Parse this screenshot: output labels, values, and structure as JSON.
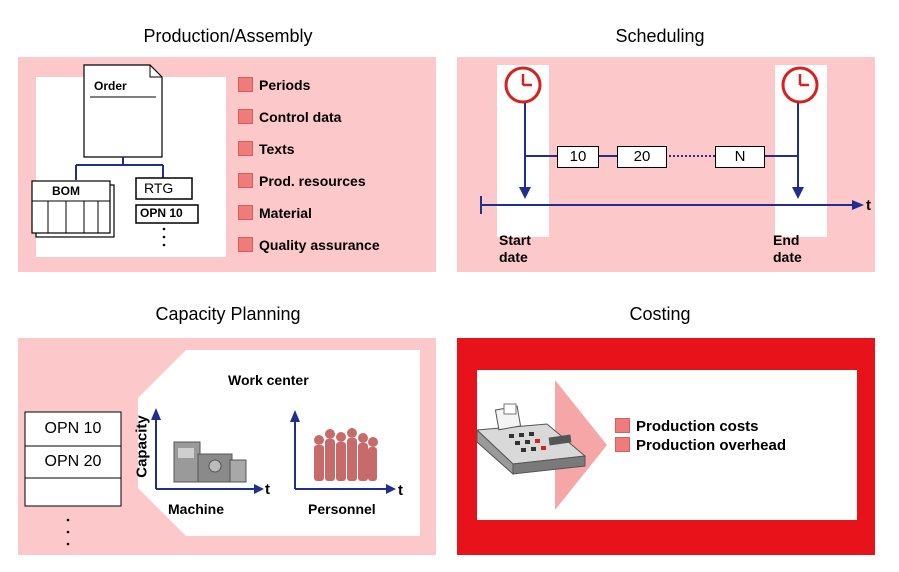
{
  "panels": {
    "production": {
      "title": "Production/Assembly",
      "order_label": "Order",
      "bom_label": "BOM",
      "rtg_label": "RTG",
      "opn_label": "OPN 10",
      "items": [
        "Periods",
        "Control data",
        "Texts",
        "Prod. resources",
        "Material",
        "Quality assurance"
      ]
    },
    "scheduling": {
      "title": "Scheduling",
      "ops": [
        "10",
        "20",
        "N"
      ],
      "axis_label": "t",
      "start_label_1": "Start",
      "start_label_2": "date",
      "end_label_1": "End",
      "end_label_2": "date"
    },
    "capacity": {
      "title": "Capacity Planning",
      "opn1": "OPN 10",
      "opn2": "OPN 20",
      "work_center": "Work center",
      "y_label": "Capacity",
      "axis_label": "t",
      "machine": "Machine",
      "personnel": "Personnel"
    },
    "costing": {
      "title": "Costing",
      "items": [
        "Production costs",
        "Production overhead"
      ]
    }
  },
  "colors": {
    "panel_pink": "#fcc8c9",
    "costing_red": "#e8121b",
    "line_blue": "#1f2f8f",
    "clock_red": "#d82020",
    "bullet": "#f07b7b"
  }
}
